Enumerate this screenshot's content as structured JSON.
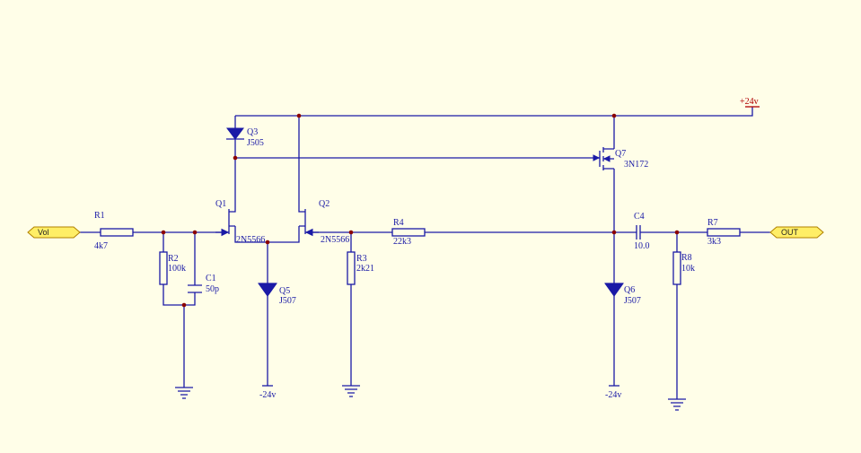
{
  "colors": {
    "wire": "#1a1aa6",
    "junction": "#8b0000",
    "background": "#fffee8",
    "port_fill": "#ffee66",
    "port_stroke": "#b08000",
    "power": "#b00000"
  },
  "ports": {
    "in": "Vol",
    "out": "OUT"
  },
  "power": {
    "pos": "+24v",
    "neg1": "-24v",
    "neg2": "-24v"
  },
  "components": {
    "r1": {
      "ref": "R1",
      "value": "4k7"
    },
    "r2": {
      "ref": "R2",
      "value": "100k"
    },
    "c1": {
      "ref": "C1",
      "value": "50p"
    },
    "q1": {
      "ref": "Q1",
      "value": "2N5566"
    },
    "q2": {
      "ref": "Q2",
      "value": "2N5566"
    },
    "q3": {
      "ref": "Q3",
      "value": "J505"
    },
    "q5": {
      "ref": "Q5",
      "value": "J507"
    },
    "r3": {
      "ref": "R3",
      "value": "2k21"
    },
    "r4": {
      "ref": "R4",
      "value": "22k3"
    },
    "q7": {
      "ref": "Q7",
      "value": "3N172"
    },
    "c4": {
      "ref": "C4",
      "value": "10.0"
    },
    "q6": {
      "ref": "Q6",
      "value": "J507"
    },
    "r7": {
      "ref": "R7",
      "value": "3k3"
    },
    "r8": {
      "ref": "R8",
      "value": "10k"
    }
  }
}
